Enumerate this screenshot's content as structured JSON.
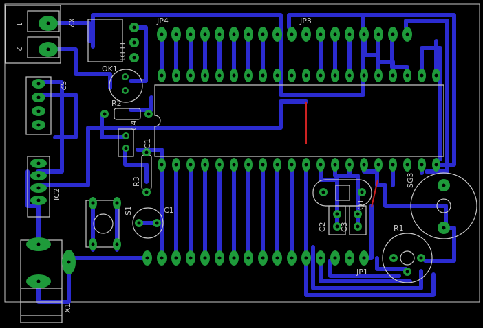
{
  "labels": {
    "x2": "X2",
    "x2_pin1": "1",
    "x2_pin2": "2",
    "led1": "LED1",
    "ok1": "OK1",
    "s2": "S2",
    "r2": "R2",
    "c4": "C4",
    "ic1": "IC1",
    "r3": "R3",
    "ic2": "IC2",
    "s1": "S1",
    "c1": "C1",
    "jp4": "JP4",
    "jp3": "JP3",
    "sg3": "SG3",
    "q1": "Q1",
    "c2": "C2",
    "c3": "C3",
    "r1": "R1",
    "jp1": "JP1",
    "x1": "X1"
  },
  "colors": {
    "background": "#000000",
    "trace": "#2b2bd0",
    "pad": "#1e9a3a",
    "silkscreen": "#c8c8c8",
    "airwire": "#cc2222"
  }
}
